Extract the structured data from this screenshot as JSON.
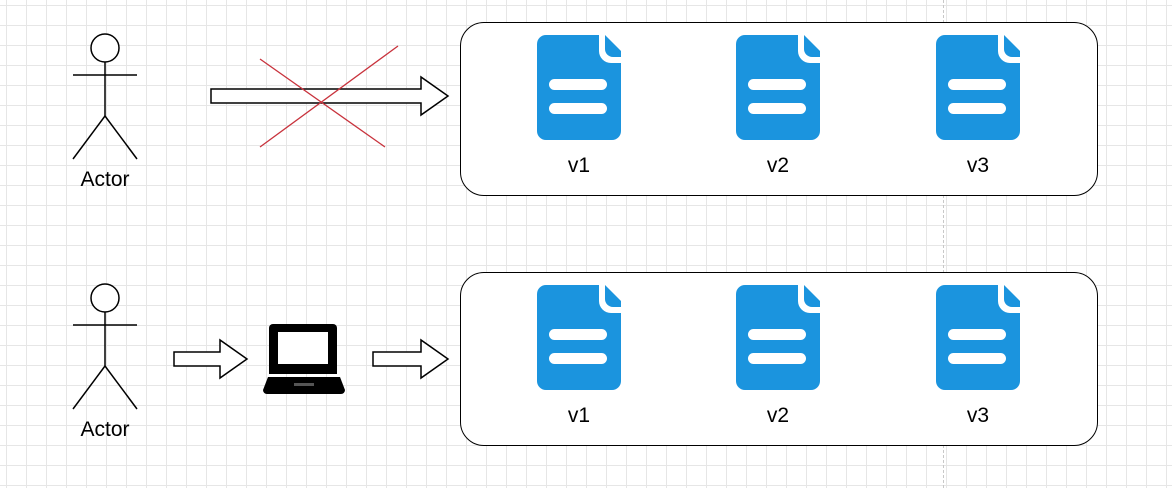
{
  "actors": [
    {
      "label": "Actor"
    },
    {
      "label": "Actor"
    }
  ],
  "repositories": [
    {
      "versions": [
        {
          "label": "v1"
        },
        {
          "label": "v2"
        },
        {
          "label": "v3"
        }
      ]
    },
    {
      "versions": [
        {
          "label": "v1"
        },
        {
          "label": "v2"
        },
        {
          "label": "v3"
        }
      ]
    }
  ],
  "colors": {
    "doc_icon": "#1b94de",
    "cross": "#c8323c",
    "stroke": "#000000"
  },
  "icons": {
    "document": "document-icon",
    "laptop": "laptop-icon",
    "cross": "cross-mark-icon",
    "actor": "stick-figure-icon"
  }
}
